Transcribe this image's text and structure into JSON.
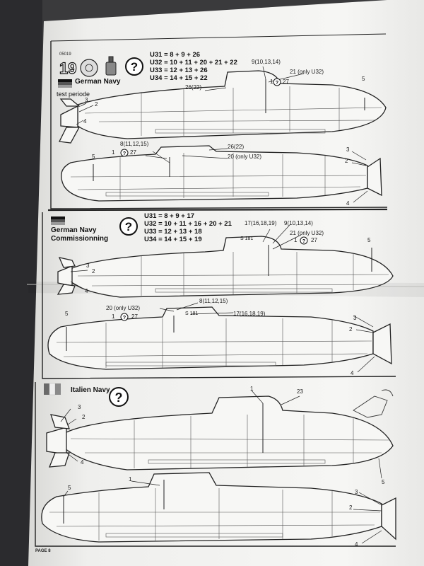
{
  "sheet": {
    "code": "05019",
    "page": "PAGE 8",
    "step_number": "19"
  },
  "sections": [
    {
      "title": "German Navy",
      "subtitle": "test periode",
      "formula": [
        "U31 = 8 + 9 + 26",
        "U32 = 10 + 11 + 20 + 21 + 22",
        "U33 = 12 + 13 + 26",
        "U34 = 14 + 15 + 22"
      ]
    },
    {
      "title": "German Navy",
      "subtitle": "Commissionning",
      "formula": [
        "U31 = 8 + 9 + 17",
        "U32 = 10 + 11 + 16 + 20 + 21",
        "U33 = 12 + 13 + 18",
        "U34 = 14 + 15 + 19"
      ]
    },
    {
      "title": "Italien Navy",
      "subtitle": "",
      "formula": []
    }
  ],
  "callouts": {
    "s1_top": {
      "c1": "9(10,13,14)",
      "c2": "21 (only U32)",
      "c3": "27",
      "c4": "26(22)",
      "c5": "5",
      "c6": "3",
      "c7": "2",
      "c8": "4"
    },
    "s1_bottom": {
      "c1": "8(11,12,15)",
      "c2": "26(22)",
      "c3": "20 (only U32)",
      "c4": "27",
      "c5": "5",
      "c6": "3",
      "c7": "2",
      "c8": "4"
    },
    "s2_top": {
      "c1": "17(16,18,19)",
      "c2": "9(10,13,14)",
      "c3": "21 (only U32)",
      "c4": "27",
      "c5": "S 181",
      "c6": "5",
      "c7": "3",
      "c8": "2",
      "c9": "4"
    },
    "s2_bottom": {
      "c1": "8(11,12,15)",
      "c2": "20 (only U32)",
      "c3": "27",
      "c4": "S 181",
      "c5": "17(16,18,19)",
      "c6": "5",
      "c7": "3",
      "c8": "2",
      "c9": "4"
    },
    "s3_top": {
      "c1": "1",
      "c2": "23",
      "c3": "3",
      "c4": "2",
      "c5": "4",
      "c6": "5"
    },
    "s3_bottom": {
      "c1": "1",
      "c2": "5",
      "c3": "3",
      "c4": "2",
      "c5": "4"
    },
    "one": "1"
  },
  "icons": [
    "question-mark-icon",
    "paint-tin-icon",
    "glue-bottle-icon",
    "german-flag-icon",
    "italian-flag-icon"
  ],
  "colors": {
    "paper": "#f4f4f2",
    "ink": "#1a1a1a",
    "background": "#3a3a3c"
  }
}
